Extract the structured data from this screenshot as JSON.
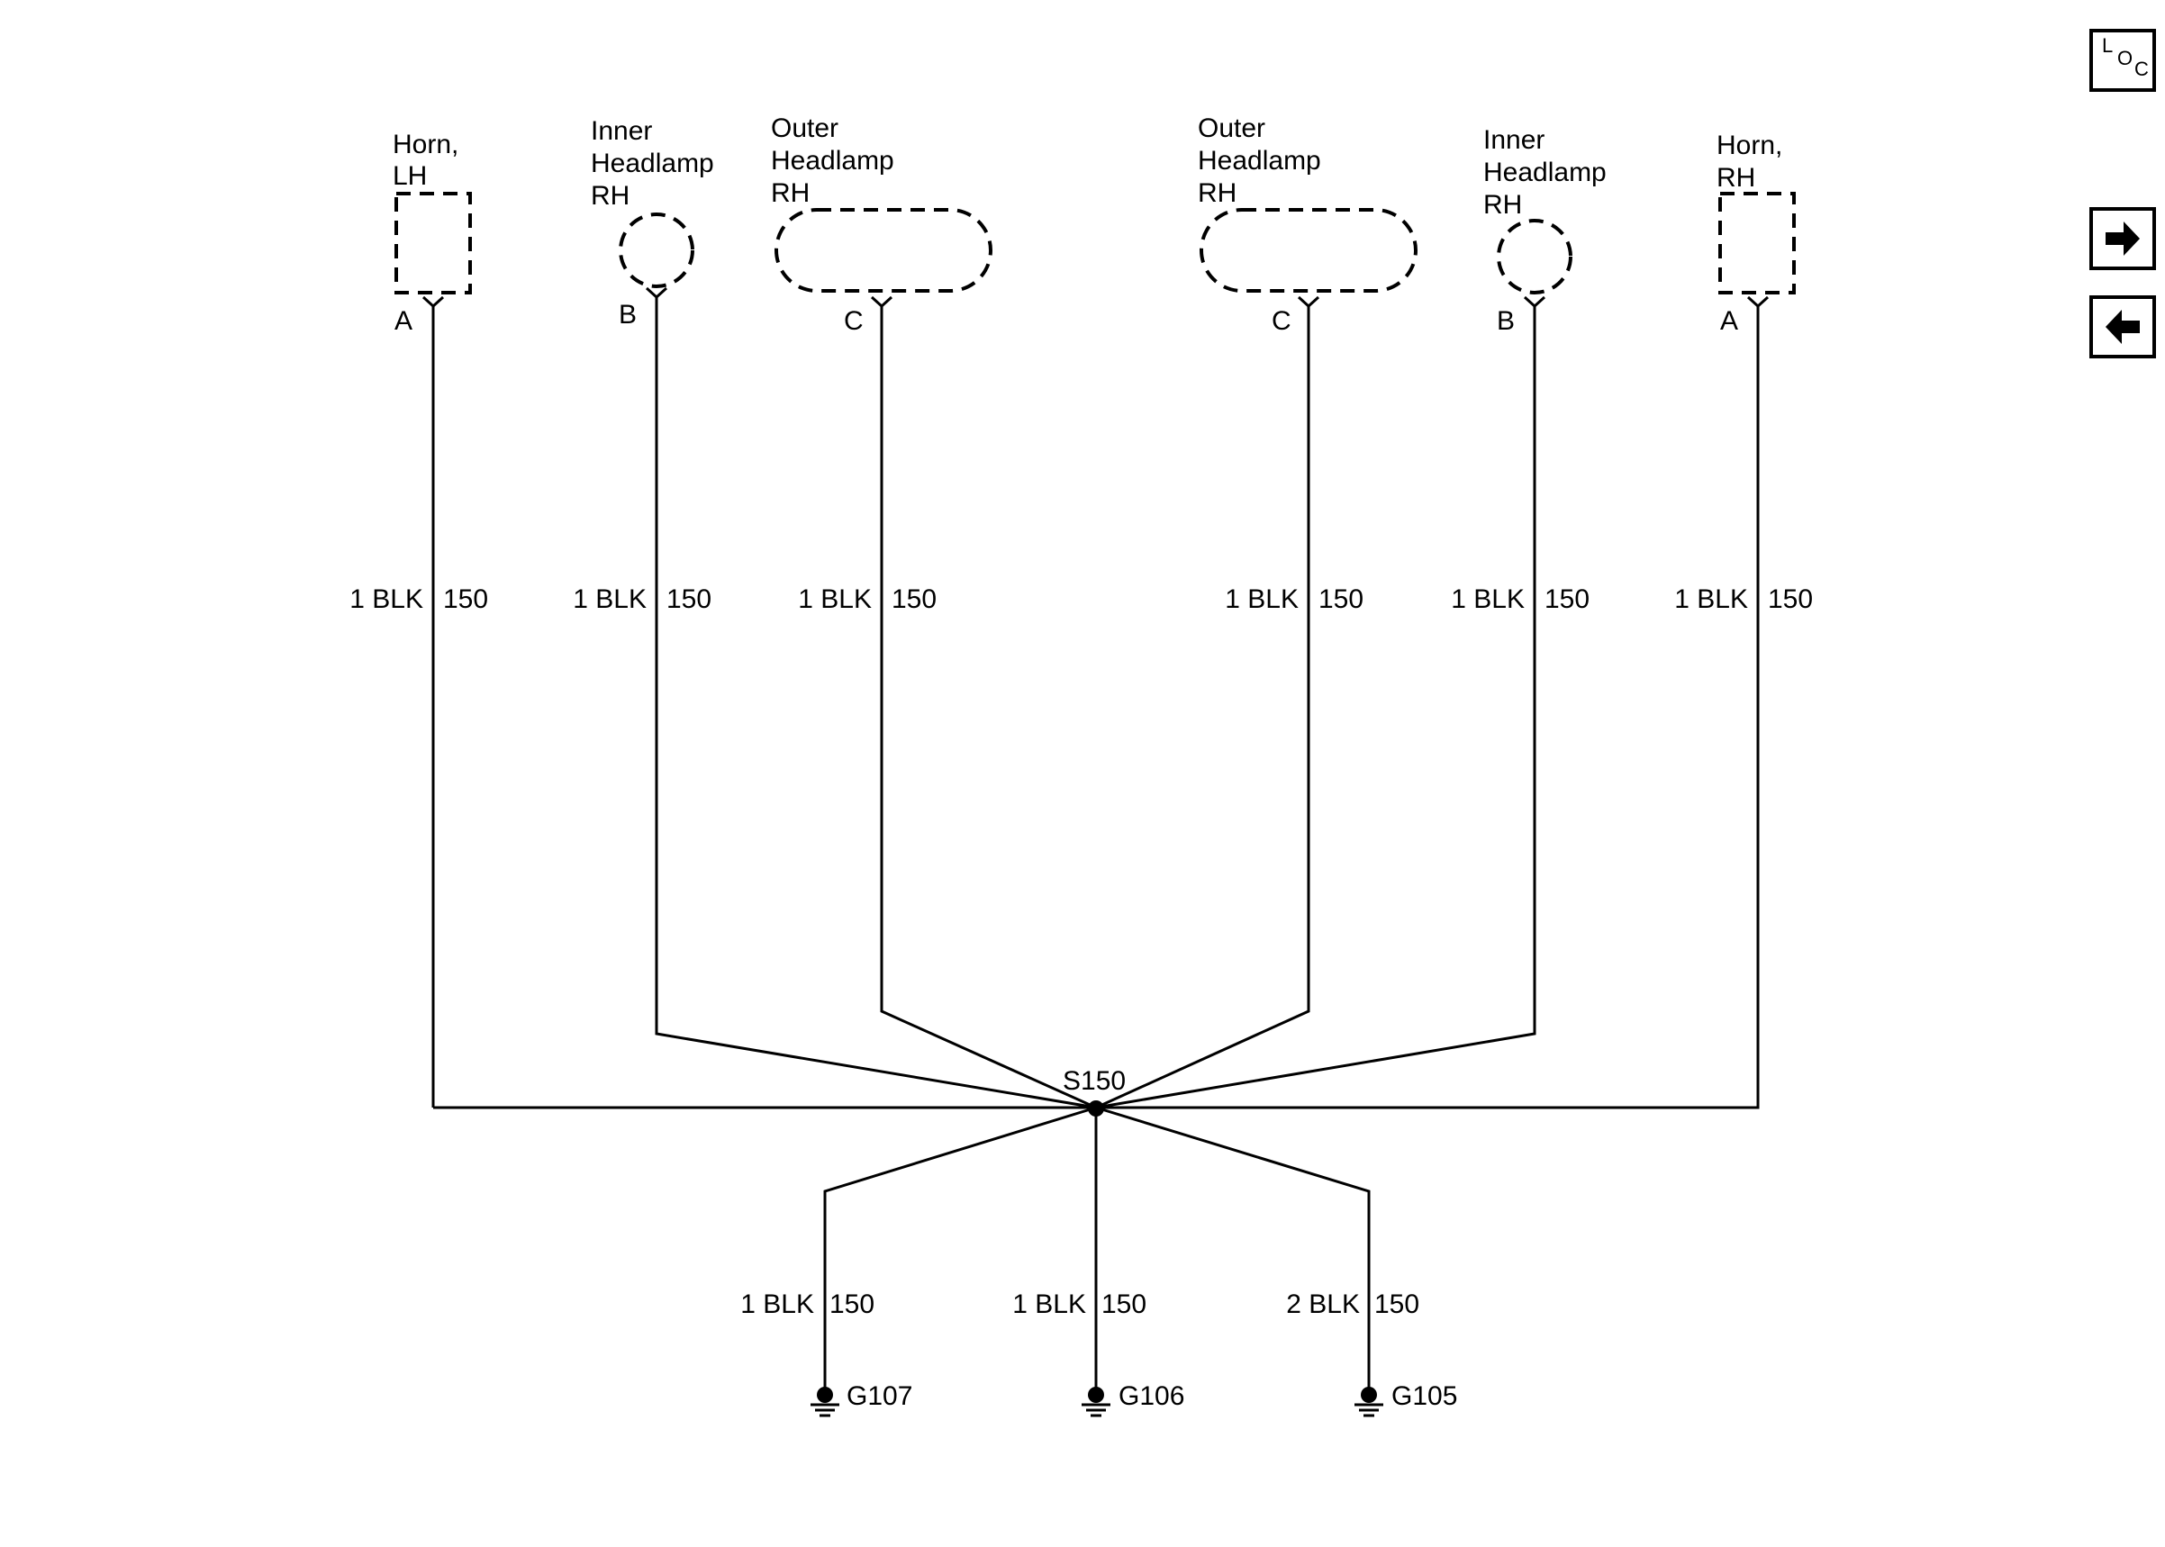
{
  "components": [
    {
      "name": [
        "Horn,",
        "LH"
      ],
      "pin": "A",
      "wire_label": "1 BLK",
      "circuit": "150"
    },
    {
      "name": [
        "Inner",
        "Headlamp",
        "RH"
      ],
      "pin": "B",
      "wire_label": "1 BLK",
      "circuit": "150"
    },
    {
      "name": [
        "Outer",
        "Headlamp",
        "RH"
      ],
      "pin": "C",
      "wire_label": "1 BLK",
      "circuit": "150"
    },
    {
      "name": [
        "Outer",
        "Headlamp",
        "RH"
      ],
      "pin": "C",
      "wire_label": "1 BLK",
      "circuit": "150"
    },
    {
      "name": [
        "Inner",
        "Headlamp",
        "RH"
      ],
      "pin": "B",
      "wire_label": "1 BLK",
      "circuit": "150"
    },
    {
      "name": [
        "Horn,",
        "RH"
      ],
      "pin": "A",
      "wire_label": "1 BLK",
      "circuit": "150"
    }
  ],
  "splice": {
    "label": "S150"
  },
  "grounds": [
    {
      "label": "G107",
      "wire_label": "1 BLK",
      "circuit": "150"
    },
    {
      "label": "G106",
      "wire_label": "1 BLK",
      "circuit": "150"
    },
    {
      "label": "G105",
      "wire_label": "2 BLK",
      "circuit": "150"
    }
  ],
  "nav": {
    "loc": [
      "L",
      "O",
      "C"
    ],
    "forward_icon": "arrow-right-icon",
    "back_icon": "arrow-left-icon"
  }
}
